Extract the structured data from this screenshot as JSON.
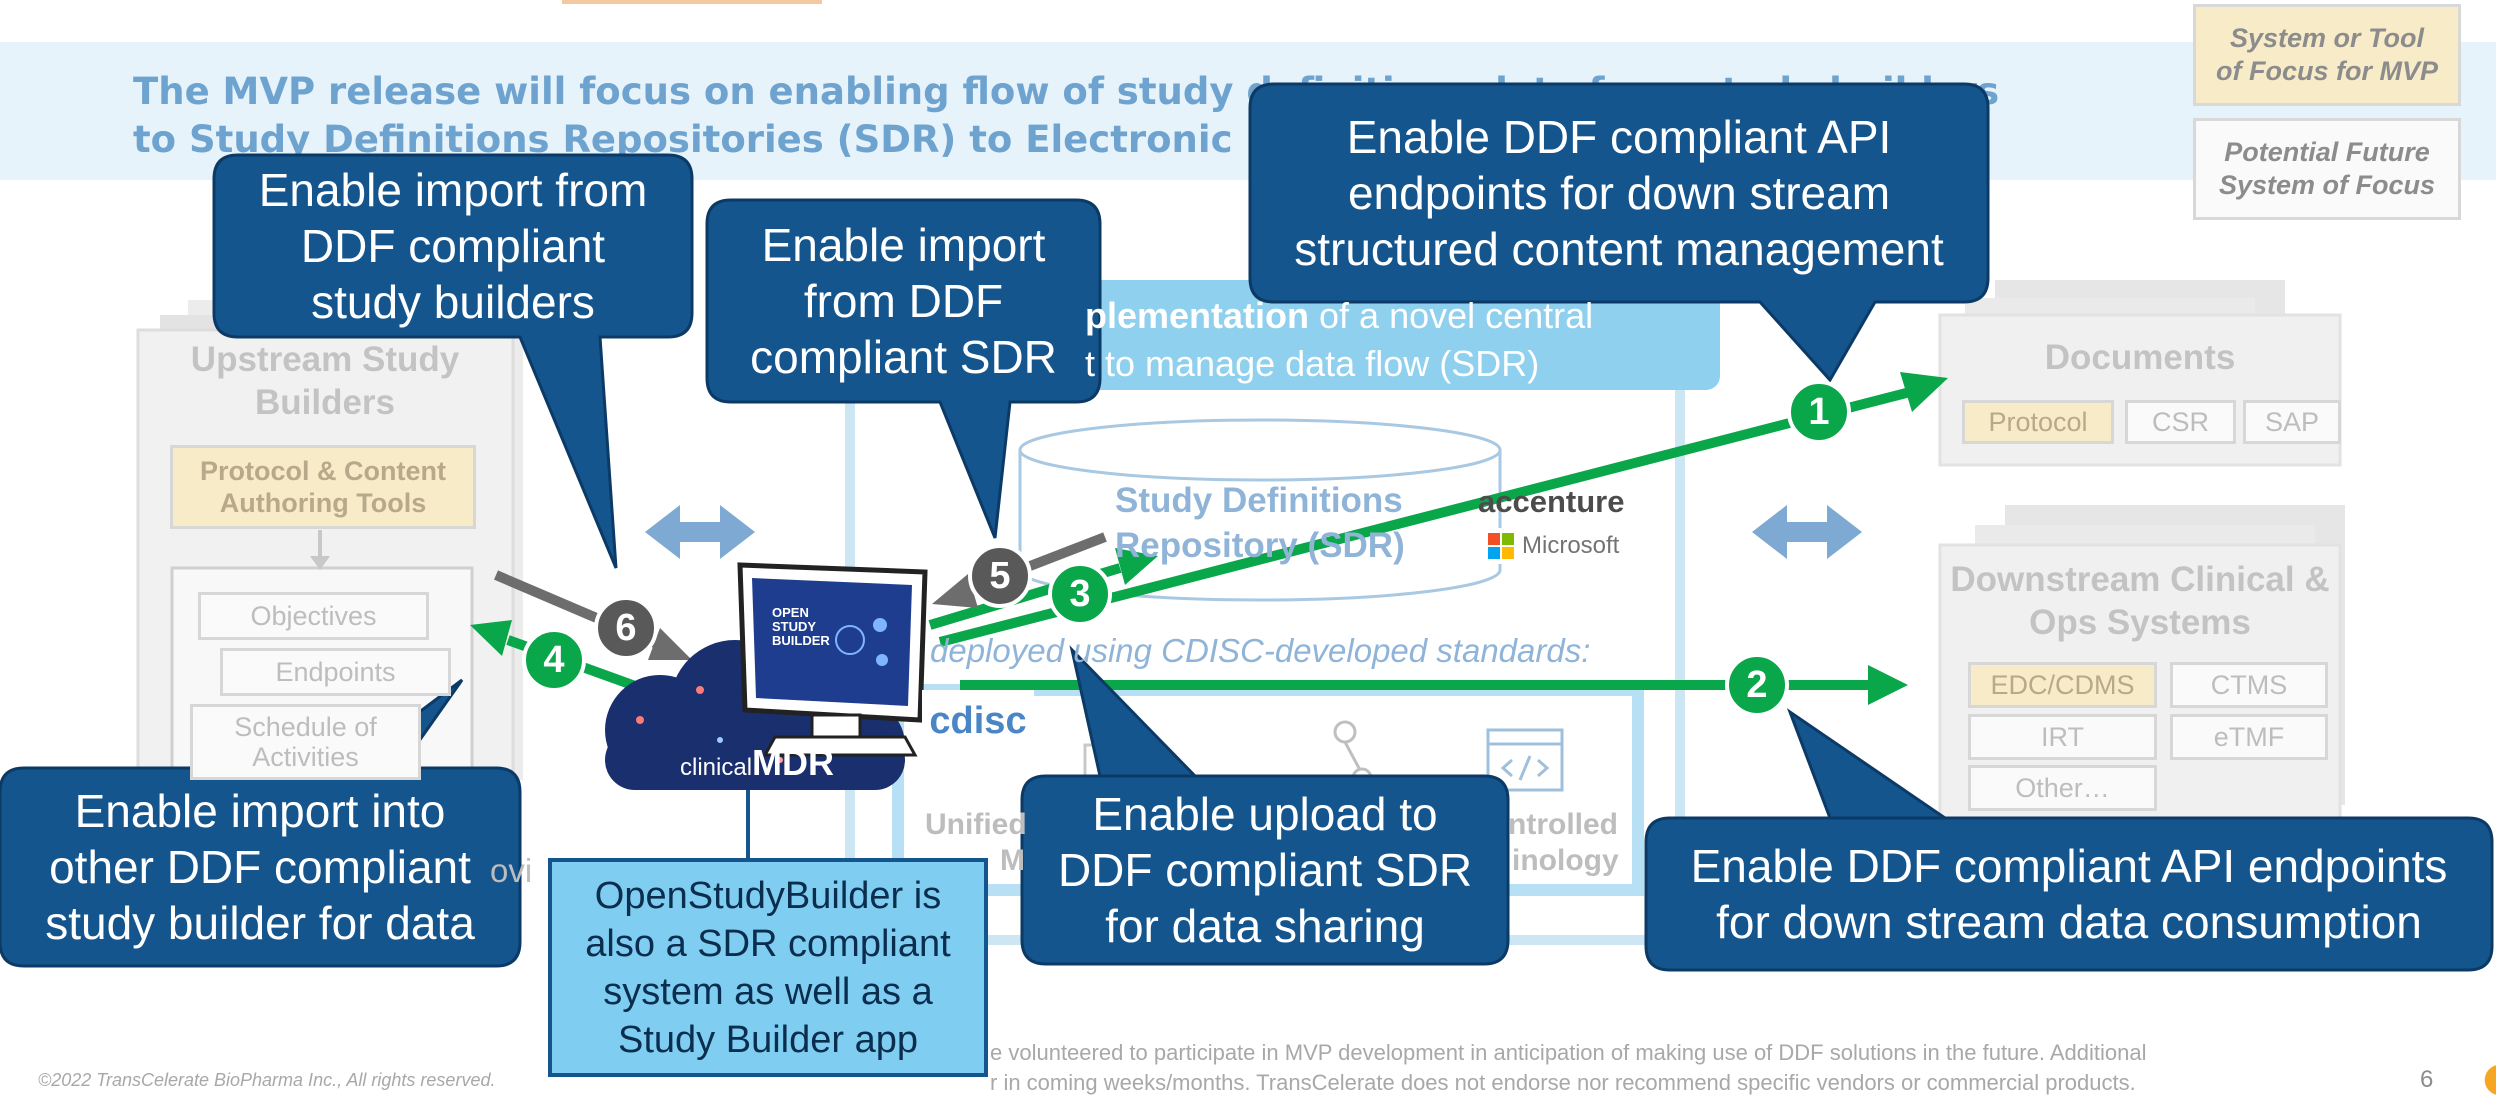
{
  "banner": {
    "line1": "The MVP release will focus on enabling flow of study definitions data from study builders",
    "line2": "to Study Definitions Repositories (SDR) to Electronic"
  },
  "legend": {
    "focus": "System or Tool\nof Focus for MVP",
    "future": "Potential Future\nSystem of Focus"
  },
  "upstream": {
    "title": "Upstream Study\nBuilders",
    "tools": "Protocol & Content\nAuthoring Tools",
    "objectives": "Objectives",
    "endpoints": "Endpoints",
    "schedule": "Schedule of\nActivities",
    "provider_fragment": "ovi"
  },
  "center": {
    "impl_bold": "plementation",
    "impl_rest": " of a novel central",
    "impl_line2": "t to manage data flow (SDR)",
    "sdr": "Study Definitions\nRepository (SDR)",
    "accenture": "accenture",
    "microsoft": "Microsoft",
    "deployed": "deployed using CDISC-developed standards:",
    "cdisc": "cdisc",
    "unified_a": "Unified",
    "unified_b": "M",
    "controlled_a": "ntrolled",
    "controlled_b": "inology"
  },
  "documents": {
    "title": "Documents",
    "items": [
      "Protocol",
      "CSR",
      "SAP"
    ]
  },
  "downstream": {
    "title": "Downstream Clinical &\nOps Systems",
    "items": [
      "EDC/CDMS",
      "CTMS",
      "IRT",
      "eTMF",
      "Other…"
    ]
  },
  "callouts": {
    "c1": "Enable import from\nDDF compliant\nstudy builders",
    "c2": "Enable import\nfrom DDF\ncompliant SDR",
    "c3": "Enable DDF compliant API\nendpoints for down stream\nstructured content management",
    "c4": "Enable import into\nother DDF compliant\nstudy builder for data",
    "c5": "Enable upload to\nDDF compliant SDR\nfor data sharing",
    "c6": "Enable DDF compliant API endpoints\nfor down stream data consumption",
    "osb": "OpenStudyBuilder is\nalso a SDR compliant\nsystem as well as a\nStudy Builder app"
  },
  "numbers": [
    "1",
    "2",
    "3",
    "4",
    "5",
    "6"
  ],
  "mdr": {
    "screen_title": "OPEN\nSTUDY\nBUILDER",
    "prefix": "clinical",
    "name": "MDR"
  },
  "footer": {
    "copyright": "©2022 TransCelerate BioPharma Inc., All rights reserved.",
    "note1": "e volunteered to participate in MVP development in anticipation of making use of DDF solutions in the future. Additional",
    "note2": "r in coming weeks/months. TransCelerate does not endorse nor recommend specific vendors or commercial products.",
    "page": "6"
  },
  "colors": {
    "callout": "#15558e",
    "callout_border": "#0c3a66",
    "green_arrow": "#0aa64a",
    "banner": "#e6f3fa",
    "osb_box": "#7fcdf0"
  }
}
